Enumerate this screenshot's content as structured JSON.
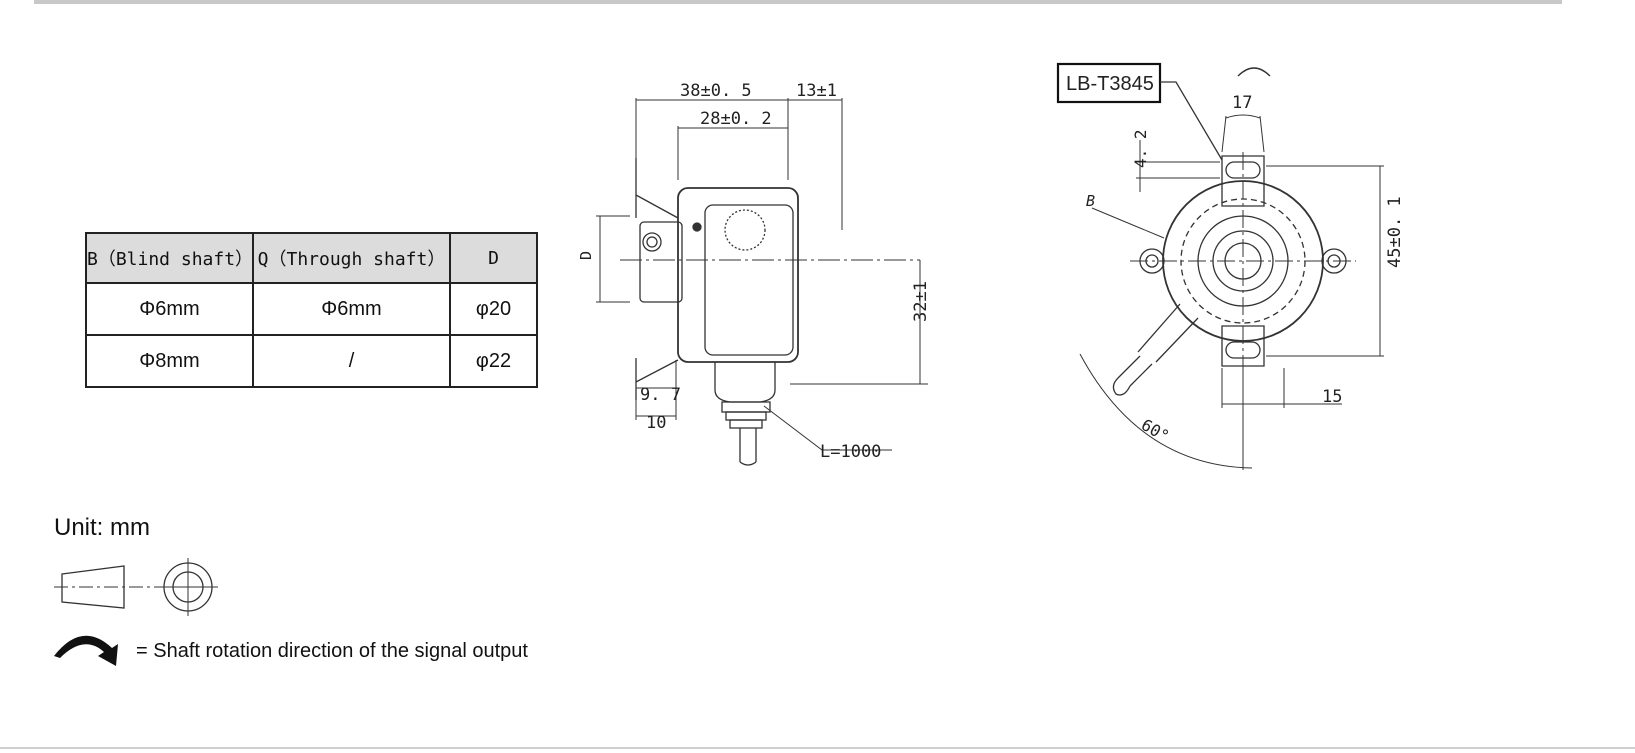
{
  "table": {
    "headers": [
      "B（Blind shaft）",
      "Q（Through  shaft）",
      "D"
    ],
    "rows": [
      [
        "Φ6mm",
        "Φ6mm",
        "φ20"
      ],
      [
        "Φ8mm",
        "/",
        "φ22"
      ]
    ]
  },
  "drawing": {
    "side": {
      "dim_total": "38±0. 5",
      "dim_body": "28±0. 2",
      "dim_cap": "13±1",
      "label_d": "D",
      "dim_height": "32±1",
      "dim_flange": "9. 7",
      "dim_ten": "10",
      "cable": "L=1000"
    },
    "front": {
      "model": "LB-T3845",
      "dim_17": "17",
      "dim_42": "4. 2",
      "label_b": "B",
      "dim_45": "45±0. 1",
      "dim_15": "15",
      "angle": "60°"
    }
  },
  "notes": {
    "unit": "Unit: mm",
    "rotation": "= Shaft rotation direction of the signal output"
  }
}
